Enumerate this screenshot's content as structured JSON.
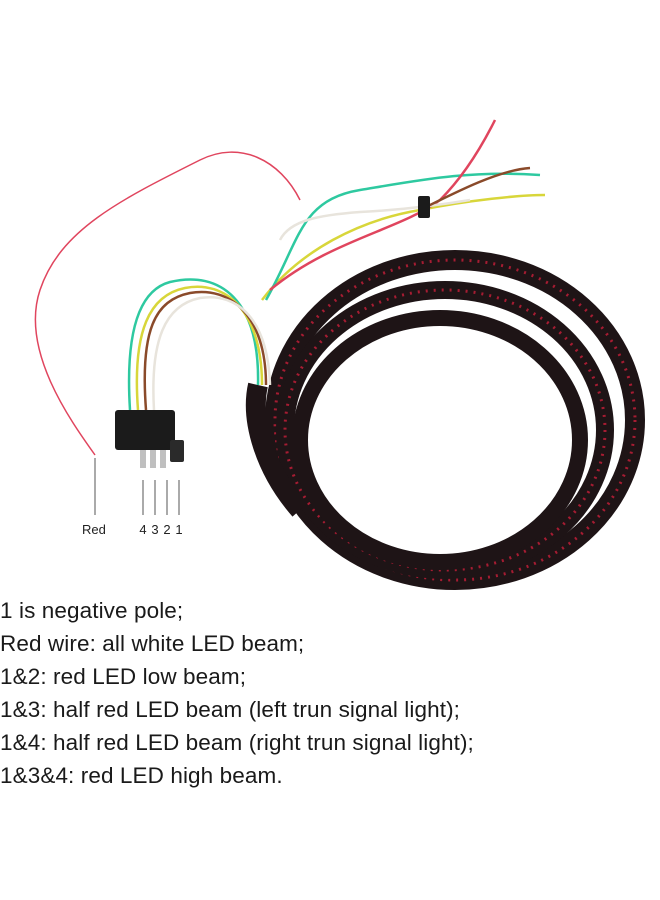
{
  "diagram": {
    "wire_label_red": "Red",
    "pin_labels": [
      "4",
      "3",
      "2",
      "1"
    ],
    "colors": {
      "red_wire": "#e0455e",
      "green_wire": "#2ec9a0",
      "yellow_wire": "#d8d63a",
      "brown_wire": "#8a4a2a",
      "white_wire": "#e8e4dc",
      "strip_body": "#1e1416",
      "strip_led": "#c81e3a",
      "connector": "#1b1b1b"
    }
  },
  "description": [
    "1 is negative pole;",
    "Red wire: all white LED beam;",
    "1&2: red LED low beam;",
    "1&3: half red LED beam (left trun signal light);",
    "1&4: half red LED beam (right trun signal light);",
    "1&3&4: red LED high beam."
  ]
}
